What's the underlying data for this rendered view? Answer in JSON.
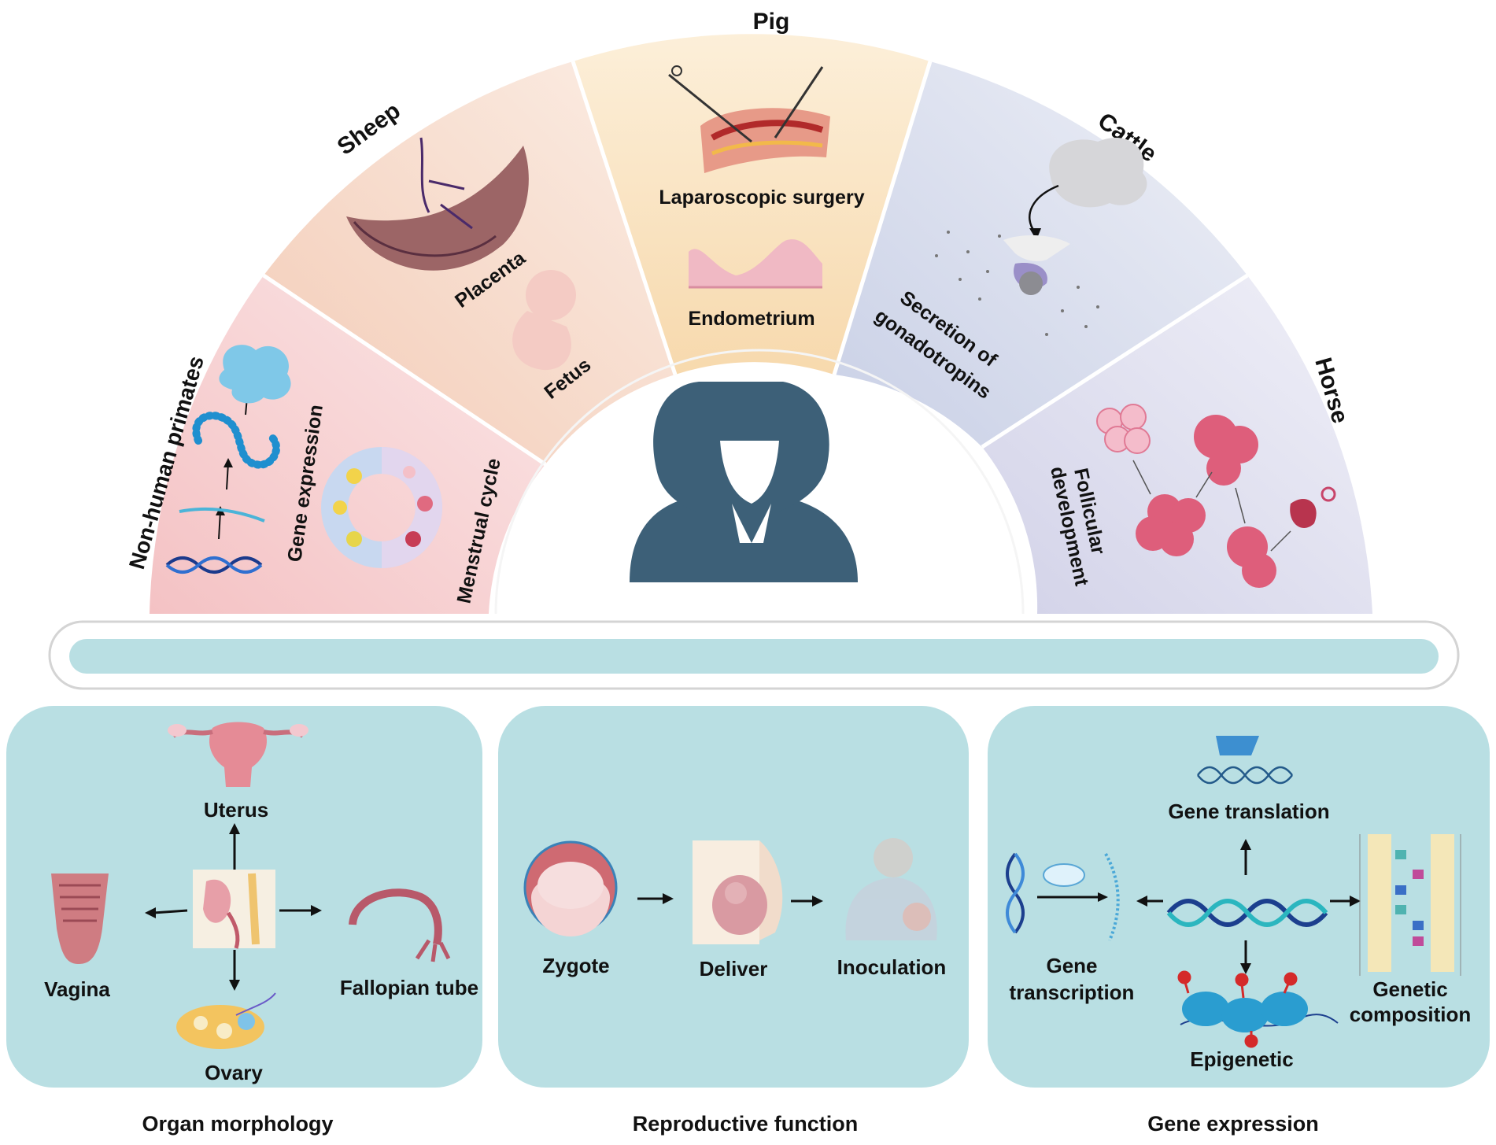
{
  "fan": {
    "animals": {
      "primates": "Non-human primates",
      "sheep": "Sheep",
      "pig": "Pig",
      "cattle": "Cattle",
      "horse": "Horse"
    },
    "topics": {
      "gene_expression": "Gene expression",
      "menstrual_cycle": "Menstrual cycle",
      "placenta": "Placenta",
      "fetus": "Fetus",
      "laparoscopic": "Laparoscopic surgery",
      "endometrium": "Endometrium",
      "secretion_1": "Secretion of",
      "secretion_2": "gonadotropins",
      "follicular_1": "Follicular",
      "follicular_2": "development"
    },
    "colors": {
      "primates": "#f6cfcf",
      "sheep": "#f7dcc9",
      "pig": "#f9e2bd",
      "cattle": "#d8dded",
      "horse": "#dcdcec",
      "woman": "#3d6078",
      "bar": "#b9dfe3"
    }
  },
  "panels": {
    "organ": {
      "caption": "Organ morphology",
      "uterus": "Uterus",
      "vagina": "Vagina",
      "fallopian": "Fallopian tube",
      "ovary": "Ovary"
    },
    "reproductive": {
      "caption": "Reproductive function",
      "zygote": "Zygote",
      "deliver": "Deliver",
      "inoculation": "Inoculation"
    },
    "gene": {
      "caption": "Gene expression",
      "translation": "Gene translation",
      "transcription_1": "Gene",
      "transcription_2": "transcription",
      "composition_1": "Genetic",
      "composition_2": "composition",
      "epigenetic": "Epigenetic"
    },
    "colors": {
      "panel_bg": "#b9dfe3"
    }
  }
}
